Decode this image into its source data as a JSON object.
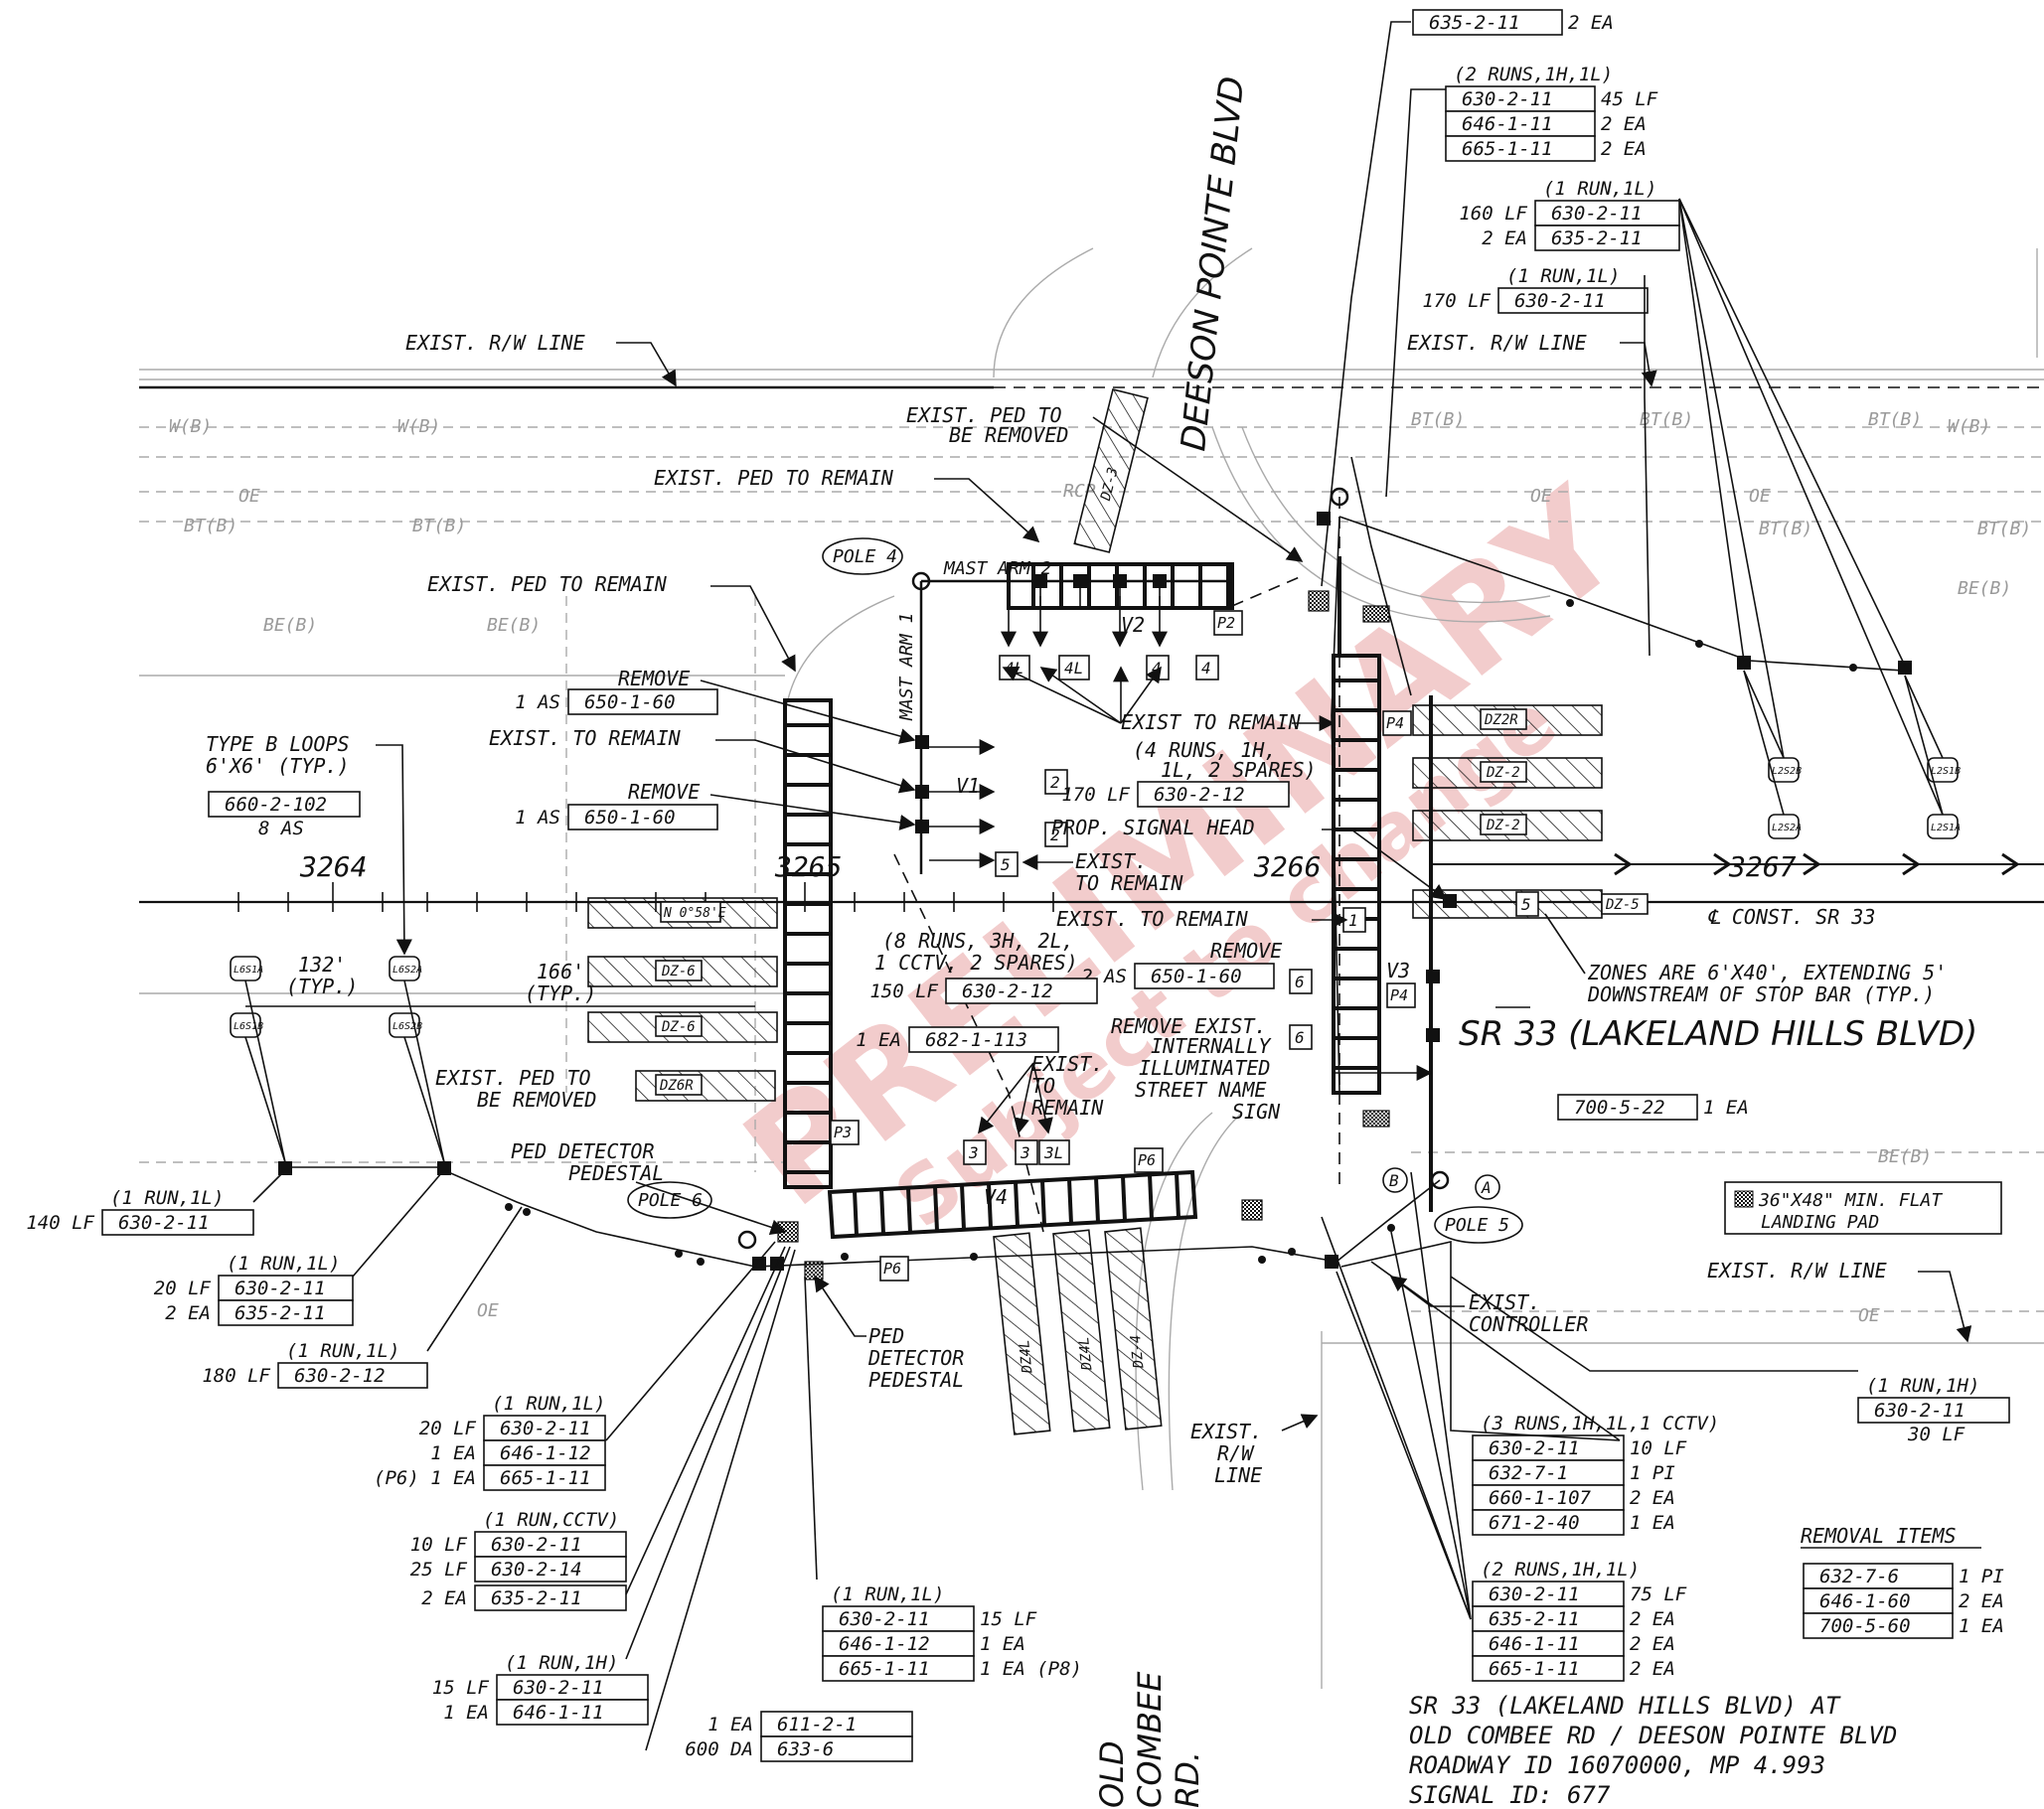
{
  "street_labels": {
    "deeson": "DEESON POINTE BLVD",
    "sr33": "SR 33 (LAKELAND HILLS BLVD)",
    "old_combee": [
      "OLD",
      "COMBEE",
      "RD."
    ],
    "const_line": "℄ CONST. SR 33"
  },
  "stations": [
    "3264",
    "3265",
    "3266",
    "3267"
  ],
  "watermark": [
    "PRELIMINARY",
    "Subject to change"
  ],
  "title_block": [
    "SR 33 (LAKELAND HILLS BLVD) AT",
    "OLD COMBEE RD / DEESON POINTE BLVD",
    "ROADWAY ID 16070000, MP 4.993",
    "SIGNAL ID: 677"
  ],
  "notes": {
    "row_left": "EXIST. R/W LINE",
    "row_right": "EXIST. R/W LINE",
    "row_lower_right": "EXIST. R/W LINE",
    "row_bottom": [
      "EXIST.",
      "R/W",
      "LINE"
    ],
    "ped_removed_top": [
      "EXIST. PED TO",
      "BE REMOVED"
    ],
    "ped_remain_1": "EXIST. PED TO REMAIN",
    "ped_remain_2": "EXIST. PED TO REMAIN",
    "pole4": "POLE 4",
    "pole5": "POLE 5",
    "pole6": "POLE 6",
    "mast_arm_2": "MAST ARM 2",
    "mast_arm_1": "MAST ARM 1",
    "remove_1": "REMOVE",
    "remove_2": "REMOVE",
    "exist_to_remain_left": "EXIST. TO REMAIN",
    "type_b_loops": [
      "TYPE B LOOPS",
      "6'X6' (TYP.)"
    ],
    "exist_to_remain_center": [
      "EXIST TO REMAIN",
      "(4 RUNS, 1H,",
      "1L, 2 SPARES)"
    ],
    "prop_signal_head": "PROP. SIGNAL HEAD",
    "exist_to_remain_5": [
      "EXIST.",
      "TO REMAIN"
    ],
    "exist_to_remain_1": "EXIST. TO REMAIN",
    "remove_6": "REMOVE",
    "runs_8": [
      "(8 RUNS, 3H, 2L,",
      "1 CCTV, 2 SPARES)"
    ],
    "remove_sign": [
      "REMOVE EXIST.",
      "INTERNALLY",
      "ILLUMINATED",
      "STREET NAME",
      "SIGN"
    ],
    "exist_to_remain_3": [
      "EXIST.",
      "TO",
      "REMAIN"
    ],
    "zones": [
      "ZONES ARE 6'X40', EXTENDING 5'",
      "DOWNSTREAM OF STOP BAR (TYP.)"
    ],
    "ped_removed_left": [
      "EXIST. PED TO",
      "BE REMOVED"
    ],
    "ped_det_ped_left": [
      "PED DETECTOR",
      "PEDESTAL"
    ],
    "ped_det_ped_bottom": [
      "PED",
      "DETECTOR",
      "PEDESTAL"
    ],
    "exist_controller": [
      "EXIST.",
      "CONTROLLER"
    ],
    "landing_pad": [
      "36\"X48\" MIN. FLAT",
      "LANDING PAD"
    ],
    "dim_132": [
      "132'",
      "(TYP.)"
    ],
    "dim_166": [
      "166'",
      "(TYP.)"
    ],
    "removal_items": "REMOVAL ITEMS"
  },
  "pay_items": {
    "top_a": {
      "header": "",
      "rows": [
        {
          "pre": "",
          "code": "635-2-11",
          "post": "2 EA"
        }
      ]
    },
    "top_b": {
      "header": "(2 RUNS,1H,1L)",
      "rows": [
        {
          "pre": "",
          "code": "630-2-11",
          "post": "45 LF"
        },
        {
          "pre": "",
          "code": "646-1-11",
          "post": "2 EA"
        },
        {
          "pre": "",
          "code": "665-1-11",
          "post": "2 EA"
        }
      ]
    },
    "top_c": {
      "header": "(1 RUN,1L)",
      "rows": [
        {
          "pre": "160 LF",
          "code": "630-2-11",
          "post": ""
        },
        {
          "pre": "2 EA",
          "code": "635-2-11",
          "post": ""
        }
      ]
    },
    "top_d": {
      "header": "(1 RUN,1L)",
      "rows": [
        {
          "pre": "170 LF",
          "code": "630-2-11",
          "post": ""
        }
      ]
    },
    "remove_1": {
      "header": "",
      "rows": [
        {
          "pre": "1 AS",
          "code": "650-1-60",
          "post": ""
        }
      ]
    },
    "remove_2": {
      "header": "",
      "rows": [
        {
          "pre": "1 AS",
          "code": "650-1-60",
          "post": ""
        }
      ]
    },
    "loops": {
      "header": "",
      "rows": [
        {
          "pre": "",
          "code": "660-2-102",
          "post": ""
        }
      ],
      "footer": "8 AS"
    },
    "center_170": {
      "header": "",
      "rows": [
        {
          "pre": "170 LF",
          "code": "630-2-12",
          "post": ""
        }
      ]
    },
    "remove_6": {
      "header": "",
      "rows": [
        {
          "pre": "2 AS",
          "code": "650-1-60",
          "post": ""
        }
      ]
    },
    "runs_8": {
      "header": "",
      "rows": [
        {
          "pre": "150 LF",
          "code": "630-2-12",
          "post": ""
        }
      ]
    },
    "cctv": {
      "header": "",
      "rows": [
        {
          "pre": "1 EA",
          "code": "682-1-113",
          "post": ""
        }
      ]
    },
    "sign": {
      "header": "",
      "rows": [
        {
          "pre": "",
          "code": "700-5-22",
          "post": "1 EA"
        }
      ]
    },
    "left_140": {
      "header": "(1 RUN,1L)",
      "rows": [
        {
          "pre": "140 LF",
          "code": "630-2-11",
          "post": ""
        }
      ]
    },
    "left_20": {
      "header": "(1 RUN,1L)",
      "rows": [
        {
          "pre": "20 LF",
          "code": "630-2-11",
          "post": ""
        },
        {
          "pre": "2 EA",
          "code": "635-2-11",
          "post": ""
        }
      ]
    },
    "left_180": {
      "header": "(1 RUN,1L)",
      "rows": [
        {
          "pre": "180 LF",
          "code": "630-2-12",
          "post": ""
        }
      ]
    },
    "bl_1": {
      "header": "(1 RUN,1L)",
      "rows": [
        {
          "pre": "20 LF",
          "code": "630-2-11",
          "post": ""
        },
        {
          "pre": "1 EA",
          "code": "646-1-12",
          "post": ""
        },
        {
          "pre": "(P6) 1 EA",
          "code": "665-1-11",
          "post": ""
        }
      ]
    },
    "bl_2": {
      "header": "(1 RUN,CCTV)",
      "rows": [
        {
          "pre": "10 LF",
          "code": "630-2-11",
          "post": ""
        },
        {
          "pre": "25 LF",
          "code": "630-2-14",
          "post": ""
        }
      ]
    },
    "bl_3": {
      "header": "",
      "rows": [
        {
          "pre": "2 EA",
          "code": "635-2-11",
          "post": ""
        }
      ]
    },
    "bl_4": {
      "header": "(1 RUN,1H)",
      "rows": [
        {
          "pre": "15 LF",
          "code": "630-2-11",
          "post": ""
        },
        {
          "pre": "1 EA",
          "code": "646-1-11",
          "post": ""
        }
      ]
    },
    "bc": {
      "header": "(1 RUN,1L)",
      "rows": [
        {
          "pre": "",
          "code": "630-2-11",
          "post": "15 LF"
        },
        {
          "pre": "",
          "code": "646-1-12",
          "post": "1 EA"
        },
        {
          "pre": "",
          "code": "665-1-11",
          "post": "1 EA (P8)"
        }
      ]
    },
    "bb": {
      "header": "",
      "rows": [
        {
          "pre": "1 EA",
          "code": "611-2-1",
          "post": ""
        },
        {
          "pre": "600 DA",
          "code": "633-6",
          "post": ""
        }
      ]
    },
    "br_1": {
      "header": "(3 RUNS,1H,1L,1 CCTV)",
      "rows": [
        {
          "pre": "",
          "code": "630-2-11",
          "post": "10 LF"
        },
        {
          "pre": "",
          "code": "632-7-1",
          "post": "1 PI"
        },
        {
          "pre": "",
          "code": "660-1-107",
          "post": "2 EA"
        },
        {
          "pre": "",
          "code": "671-2-40",
          "post": "1 EA"
        }
      ]
    },
    "br_2": {
      "header": "(2 RUNS,1H,1L)",
      "rows": [
        {
          "pre": "",
          "code": "630-2-11",
          "post": "75 LF"
        },
        {
          "pre": "",
          "code": "635-2-11",
          "post": "2 EA"
        },
        {
          "pre": "",
          "code": "646-1-11",
          "post": "2 EA"
        },
        {
          "pre": "",
          "code": "665-1-11",
          "post": "2 EA"
        }
      ]
    },
    "right_30": {
      "header": "(1 RUN,1H)",
      "rows": [
        {
          "pre": "",
          "code": "630-2-11",
          "post": ""
        }
      ],
      "footer": "30 LF"
    },
    "removal": {
      "header": "",
      "rows": [
        {
          "pre": "",
          "code": "632-7-6",
          "post": "1 PI"
        },
        {
          "pre": "",
          "code": "646-1-60",
          "post": "2 EA"
        },
        {
          "pre": "",
          "code": "700-5-60",
          "post": "1 EA"
        }
      ]
    }
  },
  "detector_zones": [
    "DZ-3",
    "DZ2R",
    "DZ-2",
    "DZ-2",
    "DZ-5",
    "DZ-6",
    "DZ-6",
    "DZ6R",
    "DZ4L",
    "DZ4L",
    "DZ-4",
    "DZ-5"
  ],
  "loop_tags": [
    "L6S1A",
    "L6S1B",
    "L6S2A",
    "L6S2B",
    "L2S2B",
    "L2S2A",
    "L2S1B",
    "L2S1A"
  ],
  "signal_tags": [
    "4L",
    "4L",
    "4",
    "4",
    "2",
    "2",
    "5",
    "1",
    "5",
    "6",
    "6",
    "3",
    "3",
    "3L"
  ],
  "ped_tags": [
    "P2",
    "P4",
    "P4",
    "P3",
    "P6",
    "P6"
  ],
  "misc_tags": [
    "V1",
    "V2",
    "V3",
    "V4",
    "A",
    "B"
  ],
  "bearing": "N 0°58'E",
  "utility_codes": [
    "W(B)",
    "OE",
    "BT(B)",
    "BE(B)",
    "RCP"
  ]
}
